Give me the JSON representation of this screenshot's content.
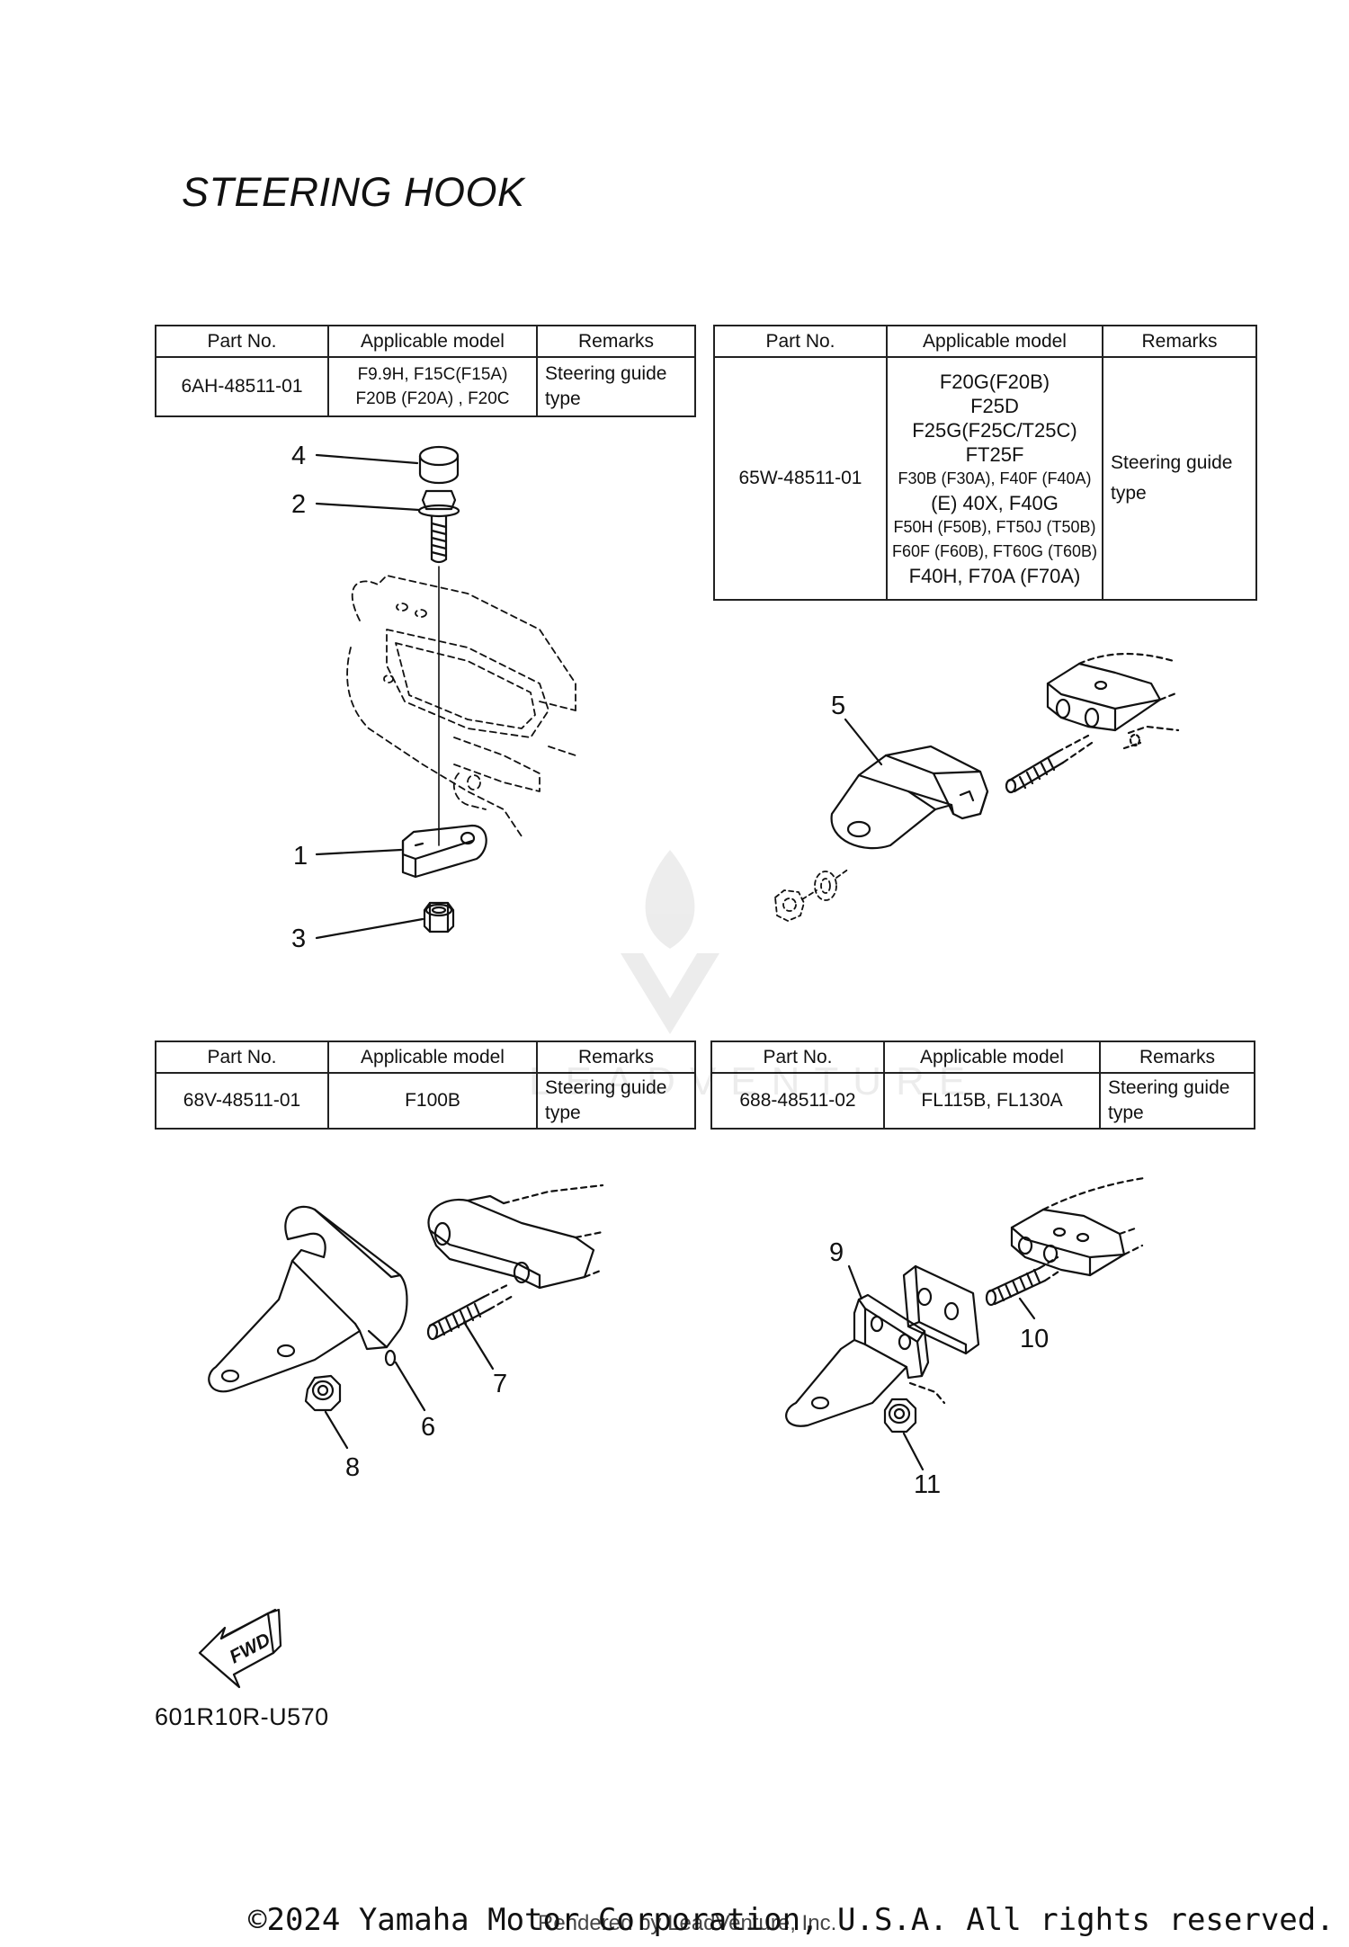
{
  "page_title": "STEERING HOOK",
  "table_headers": {
    "part_no": "Part No.",
    "model": "Applicable model",
    "remarks": "Remarks"
  },
  "tables": [
    {
      "part_no": "6AH-48511-01",
      "models": [
        "F9.9H, F15C(F15A)",
        "F20B (F20A) , F20C"
      ],
      "remarks": [
        "Steering guide",
        "type"
      ]
    },
    {
      "part_no": "65W-48511-01",
      "models": [
        "F20G(F20B)",
        "F25D",
        "F25G(F25C/T25C)",
        "FT25F",
        "F30B (F30A), F40F (F40A)",
        "(E) 40X, F40G",
        "F50H (F50B), FT50J (T50B)",
        "F60F (F60B), FT60G (T60B)",
        "F40H, F70A (F70A)"
      ],
      "remarks": [
        "Steering guide",
        "type"
      ]
    },
    {
      "part_no": "68V-48511-01",
      "models": [
        "F100B"
      ],
      "remarks": [
        "Steering guide",
        "type"
      ]
    },
    {
      "part_no": "688-48511-02",
      "models": [
        "FL115B, FL130A"
      ],
      "remarks": [
        "Steering guide",
        "type"
      ]
    }
  ],
  "callouts": {
    "c1": "1",
    "c2": "2",
    "c3": "3",
    "c4": "4",
    "c5": "5",
    "c6": "6",
    "c7": "7",
    "c8": "8",
    "c9": "9",
    "c10": "10",
    "c11": "11"
  },
  "fwd_label": "FWD",
  "diagram_code": "601R10R-U570",
  "watermark": "LEADVENTURE",
  "copyright": "©2024 Yamaha Motor Corporation, U.S.A. All rights reserved.",
  "rendered_by": "Rendered by LeadVenture, Inc."
}
